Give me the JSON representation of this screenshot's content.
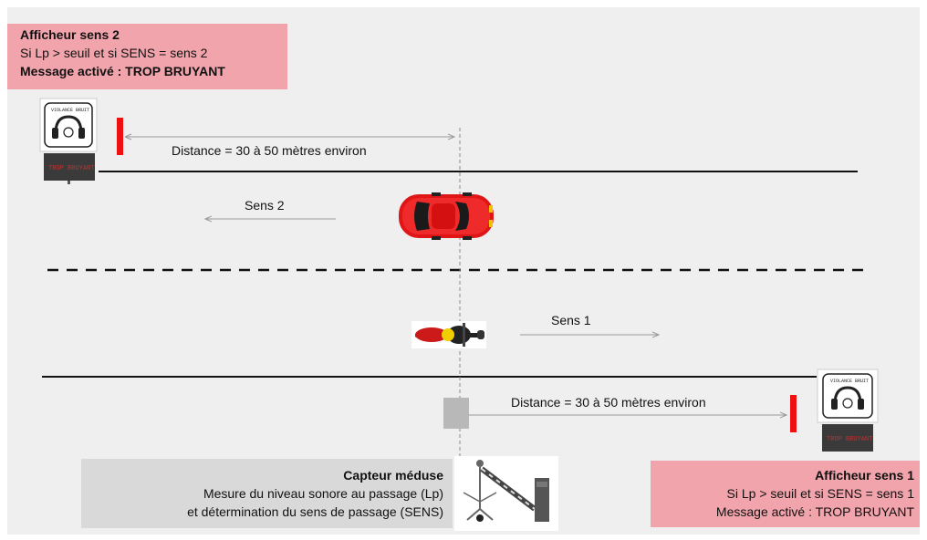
{
  "display_left": {
    "title": "Afficheur sens 2",
    "line1": "Si Lp > seuil et si SENS = sens 2",
    "line2": "Message activé : TROP BRUYANT"
  },
  "display_right": {
    "title": "Afficheur sens 1",
    "line1": "Si Lp > seuil et si SENS = sens 1",
    "line2": "Message activé : TROP BRUYANT"
  },
  "sensor": {
    "title": "Capteur méduse",
    "line1": "Mesure du niveau sonore au passage (Lp)",
    "line2": "et détermination du sens de passage (SENS)"
  },
  "labels": {
    "distance_top": "Distance = 30 à 50 mètres environ",
    "distance_bottom": "Distance = 30 à 50 mètres environ",
    "direction_2": "Sens 2",
    "direction_1": "Sens 1"
  },
  "sign": {
    "header": "VIOLANCE BRUIT",
    "led_text": "TROP BRUYANT"
  },
  "colors": {
    "pink_box": "#f1a4ac",
    "grey_box": "#d9d9d9",
    "marker_red": "#ee1111",
    "car_red": "#e01515",
    "motorbike_yellow": "#f0d000",
    "road_line": "#111111"
  },
  "icons": {
    "sign": "noise-display-sign-icon",
    "car": "car-icon",
    "motorbike": "motorbike-icon",
    "sensor": "meduse-sensor-icon"
  }
}
